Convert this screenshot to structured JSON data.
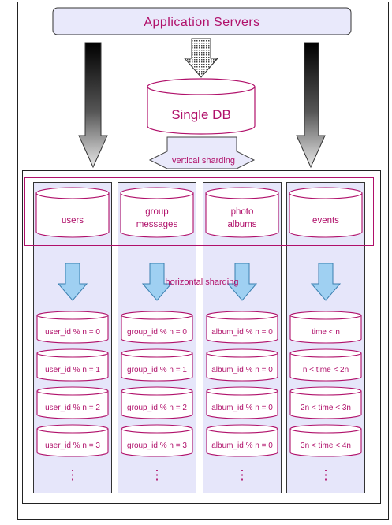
{
  "header": {
    "title": "Application Servers"
  },
  "single_db": {
    "label": "Single DB"
  },
  "vertical_sharding": {
    "label": "vertical sharding"
  },
  "horizontal_sharding": {
    "label": "horizontal sharding"
  },
  "columns": [
    {
      "title": [
        "users"
      ],
      "shards": [
        "user_id % n = 0",
        "user_id % n = 1",
        "user_id % n = 2",
        "user_id % n = 3"
      ],
      "ellipsis": "⋮"
    },
    {
      "title": [
        "group",
        "messages"
      ],
      "shards": [
        "group_id % n = 0",
        "group_id % n = 1",
        "group_id % n = 2",
        "group_id % n = 3"
      ],
      "ellipsis": "⋮"
    },
    {
      "title": [
        "photo",
        "albums"
      ],
      "shards": [
        "album_id % n = 0",
        "album_id % n = 0",
        "album_id % n = 0",
        "album_id % n = 0"
      ],
      "ellipsis": "⋮"
    },
    {
      "title": [
        "events"
      ],
      "shards": [
        "time < n",
        "n < time < 2n",
        "2n < time < 3n",
        "3n < time < 4n"
      ],
      "ellipsis": "⋮"
    }
  ],
  "colors": {
    "label": "#b0106a",
    "panel_fill": "#eeeefb",
    "column_fill": "#e6e6fa",
    "arrow_blue": "#9fd0f2"
  }
}
